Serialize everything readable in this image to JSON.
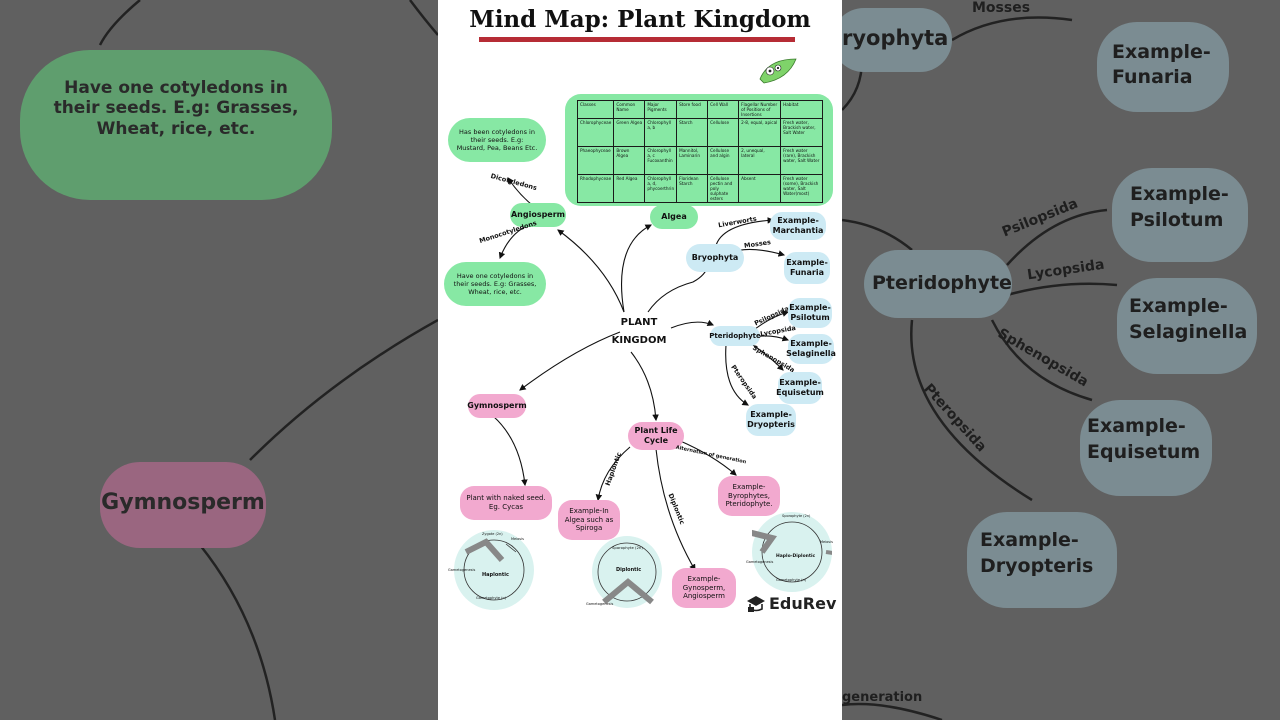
{
  "title": "Mind Map: Plant Kingdom",
  "center": {
    "line1": "PLANT",
    "line2": "KINGDOM"
  },
  "nodes": {
    "angiosperm": "Angiosperm",
    "dicot_desc": "Has been cotyledons in their seeds. E.g: Mustard, Pea, Beans Etc.",
    "monocot_desc": "Have one cotyledons in their seeds. E.g: Grasses, Wheat, rice, etc.",
    "algea": "Algea",
    "bryophyta": "Bryophyta",
    "marchantia": "Example-Marchantia",
    "funaria": "Example-Funaria",
    "pteridophyte": "Pteridophyte",
    "psilotum": "Example-Psilotum",
    "selaginella": "Example-Selaginella",
    "equisetum": "Example-Equisetum",
    "dryopteris": "Example-Dryopteris",
    "gymnosperm": "Gymnosperm",
    "gymno_desc": "Plant with naked seed. Eg. Cycas",
    "plant_life_cycle": "Plant Life Cycle",
    "haplontic_ex": "Example-In Algea such as Spiroga",
    "diplontic_ex": "Example-Gynosperm, Angiosperm",
    "alternation_ex": "Example-Byrophytes, Pteridophyte."
  },
  "edges": {
    "dicotyledons": "Dicotyledons",
    "monocotyledons": "Monocotyledons",
    "liverworts": "Liverworts",
    "mosses": "Mosses",
    "psilopsida": "Psilopsida",
    "lycopsida": "Lycopsida",
    "sphenopsida": "Sphenopsida",
    "pteropsida": "Pteropsida",
    "haplontic": "Haplontic",
    "diplontic": "Diplontic",
    "alternation": "Alternation of generation"
  },
  "table": {
    "headers": [
      "Classes",
      "Common Name",
      "Major Pigments",
      "Store food",
      "Cell Wall",
      "Flagellar Number of Positions of Insertions",
      "Habitat"
    ],
    "rows": [
      [
        "Chlorophyceae",
        "Green Algea",
        "Chlorophyll a, b",
        "Starch",
        "Cellulose",
        "2-8, equal, apical",
        "Fresh water, Brackish water, Salt Water"
      ],
      [
        "Phaeophyceae",
        "Brown Algea",
        "Chlorophyll a, c Fucoxanthin",
        "Mannitol, Laminarin",
        "Cellulose and algin",
        "2, unequal, lateral",
        "Fresh water (rare), Brackish water, Salt Water"
      ],
      [
        "Rhodophyceae",
        "Red Algea",
        "Chlorophyll a, d, phycoerthrin",
        "Floridean Starch",
        "Cellulose pectin and poly sulphate esters",
        "Absent",
        "Fresh water (some), Brackish water, Salt Water(most)"
      ]
    ]
  },
  "cycles": {
    "haplontic": {
      "center": "Haplontic",
      "zygote": "Zygote (2n)",
      "meiosis": "Meiosis",
      "gametogenesis": "Gametogenesis",
      "gametophyte": "Gametophyte (n)"
    },
    "diplontic": {
      "center": "Diplontic",
      "sporophyte": "Sporophyte (2n)",
      "gametogenesis": "Gametogenesis"
    },
    "haplo_diplontic": {
      "center": "Haplo-Diplontic",
      "sporophyte": "Sporophyte (2n)",
      "meiosis": "Meiosis",
      "gametogenesis": "Gametogenesis",
      "gametophyte": "Gametophyte (n)"
    }
  },
  "brand": "EduRev",
  "background": {
    "left_text": "Have one cotyledons in their seeds. E.g: Grasses, Wheat, rice, etc.",
    "left_node": "Gymnosperm",
    "right_nodes": [
      "ryophyta",
      "Example-Funaria",
      "Example-Psilotum",
      "Pteridophyte",
      "Example-Selaginella",
      "Example-Equisetum",
      "Example-Dryopteris"
    ],
    "right_edges": [
      "Mosses",
      "Psilopsida",
      "Lycopsida",
      "Sphenopsida",
      "Pteropsida",
      "generation"
    ]
  },
  "colors": {
    "green": "#87e8a4",
    "blue": "#cdeaf4",
    "pink": "#f2a9cf",
    "title_bar": "#b62c35"
  }
}
